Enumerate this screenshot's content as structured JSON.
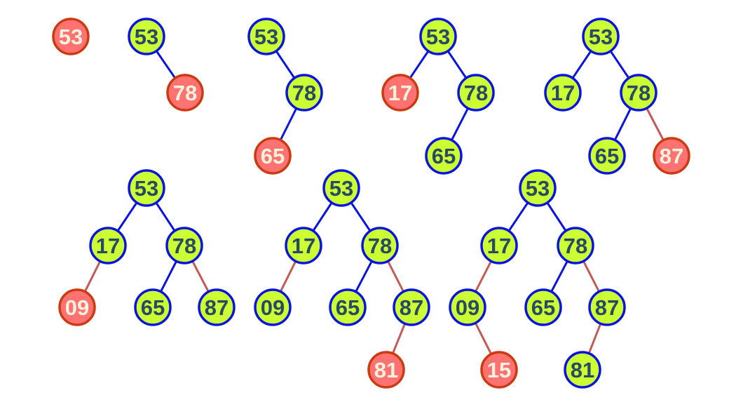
{
  "diagram": {
    "colors": {
      "tree_node_fill": "#ccff33",
      "tree_node_stroke": "#0a14e0",
      "tree_node_text": "#2a4a63",
      "tree_edge": "#0a14e0",
      "new_node_fill": "#ff7272",
      "new_node_stroke": "#cc3a10",
      "new_node_text": "#fff2dd",
      "new_edge": "#c25a55",
      "background": "#ffffff"
    },
    "trees": [
      {
        "nodes": [
          {
            "id": "a",
            "label": "53",
            "kind": "new"
          }
        ],
        "edges": []
      },
      {
        "nodes": [
          {
            "id": "a",
            "label": "53",
            "kind": "tree"
          },
          {
            "id": "b",
            "label": "78",
            "kind": "new"
          }
        ],
        "edges": [
          {
            "from": "a",
            "to": "b",
            "kind": "tree"
          }
        ]
      },
      {
        "nodes": [
          {
            "id": "a",
            "label": "53",
            "kind": "tree"
          },
          {
            "id": "b",
            "label": "78",
            "kind": "tree"
          },
          {
            "id": "c",
            "label": "65",
            "kind": "new"
          }
        ],
        "edges": [
          {
            "from": "a",
            "to": "b",
            "kind": "tree"
          },
          {
            "from": "b",
            "to": "c",
            "kind": "tree"
          }
        ]
      },
      {
        "nodes": [
          {
            "id": "a",
            "label": "53",
            "kind": "tree"
          },
          {
            "id": "b",
            "label": "17",
            "kind": "new"
          },
          {
            "id": "c",
            "label": "78",
            "kind": "tree"
          },
          {
            "id": "d",
            "label": "65",
            "kind": "tree"
          }
        ],
        "edges": [
          {
            "from": "a",
            "to": "b",
            "kind": "tree"
          },
          {
            "from": "a",
            "to": "c",
            "kind": "tree"
          },
          {
            "from": "c",
            "to": "d",
            "kind": "tree"
          }
        ]
      },
      {
        "nodes": [
          {
            "id": "a",
            "label": "53",
            "kind": "tree"
          },
          {
            "id": "b",
            "label": "17",
            "kind": "tree"
          },
          {
            "id": "c",
            "label": "78",
            "kind": "tree"
          },
          {
            "id": "d",
            "label": "65",
            "kind": "tree"
          },
          {
            "id": "e",
            "label": "87",
            "kind": "new"
          }
        ],
        "edges": [
          {
            "from": "a",
            "to": "b",
            "kind": "tree"
          },
          {
            "from": "a",
            "to": "c",
            "kind": "tree"
          },
          {
            "from": "c",
            "to": "d",
            "kind": "tree"
          },
          {
            "from": "c",
            "to": "e",
            "kind": "new"
          }
        ]
      },
      {
        "nodes": [
          {
            "id": "a",
            "label": "53",
            "kind": "tree"
          },
          {
            "id": "b",
            "label": "17",
            "kind": "tree"
          },
          {
            "id": "c",
            "label": "78",
            "kind": "tree"
          },
          {
            "id": "d",
            "label": "09",
            "kind": "new"
          },
          {
            "id": "e",
            "label": "65",
            "kind": "tree"
          },
          {
            "id": "f",
            "label": "87",
            "kind": "tree"
          }
        ],
        "edges": [
          {
            "from": "a",
            "to": "b",
            "kind": "tree"
          },
          {
            "from": "a",
            "to": "c",
            "kind": "tree"
          },
          {
            "from": "b",
            "to": "d",
            "kind": "new"
          },
          {
            "from": "c",
            "to": "e",
            "kind": "tree"
          },
          {
            "from": "c",
            "to": "f",
            "kind": "new"
          }
        ]
      },
      {
        "nodes": [
          {
            "id": "a",
            "label": "53",
            "kind": "tree"
          },
          {
            "id": "b",
            "label": "17",
            "kind": "tree"
          },
          {
            "id": "c",
            "label": "78",
            "kind": "tree"
          },
          {
            "id": "d",
            "label": "09",
            "kind": "tree"
          },
          {
            "id": "e",
            "label": "65",
            "kind": "tree"
          },
          {
            "id": "f",
            "label": "87",
            "kind": "tree"
          },
          {
            "id": "g",
            "label": "81",
            "kind": "new"
          }
        ],
        "edges": [
          {
            "from": "a",
            "to": "b",
            "kind": "tree"
          },
          {
            "from": "a",
            "to": "c",
            "kind": "tree"
          },
          {
            "from": "b",
            "to": "d",
            "kind": "new"
          },
          {
            "from": "c",
            "to": "e",
            "kind": "tree"
          },
          {
            "from": "c",
            "to": "f",
            "kind": "new"
          },
          {
            "from": "f",
            "to": "g",
            "kind": "new"
          }
        ]
      },
      {
        "nodes": [
          {
            "id": "a",
            "label": "53",
            "kind": "tree"
          },
          {
            "id": "b",
            "label": "17",
            "kind": "tree"
          },
          {
            "id": "c",
            "label": "78",
            "kind": "tree"
          },
          {
            "id": "d",
            "label": "09",
            "kind": "tree"
          },
          {
            "id": "e",
            "label": "65",
            "kind": "tree"
          },
          {
            "id": "f",
            "label": "87",
            "kind": "tree"
          },
          {
            "id": "g",
            "label": "15",
            "kind": "new"
          },
          {
            "id": "h",
            "label": "81",
            "kind": "tree"
          }
        ],
        "edges": [
          {
            "from": "a",
            "to": "b",
            "kind": "tree"
          },
          {
            "from": "a",
            "to": "c",
            "kind": "tree"
          },
          {
            "from": "b",
            "to": "d",
            "kind": "new"
          },
          {
            "from": "c",
            "to": "e",
            "kind": "tree"
          },
          {
            "from": "c",
            "to": "f",
            "kind": "new"
          },
          {
            "from": "d",
            "to": "g",
            "kind": "new"
          },
          {
            "from": "f",
            "to": "h",
            "kind": "new"
          }
        ]
      }
    ]
  }
}
